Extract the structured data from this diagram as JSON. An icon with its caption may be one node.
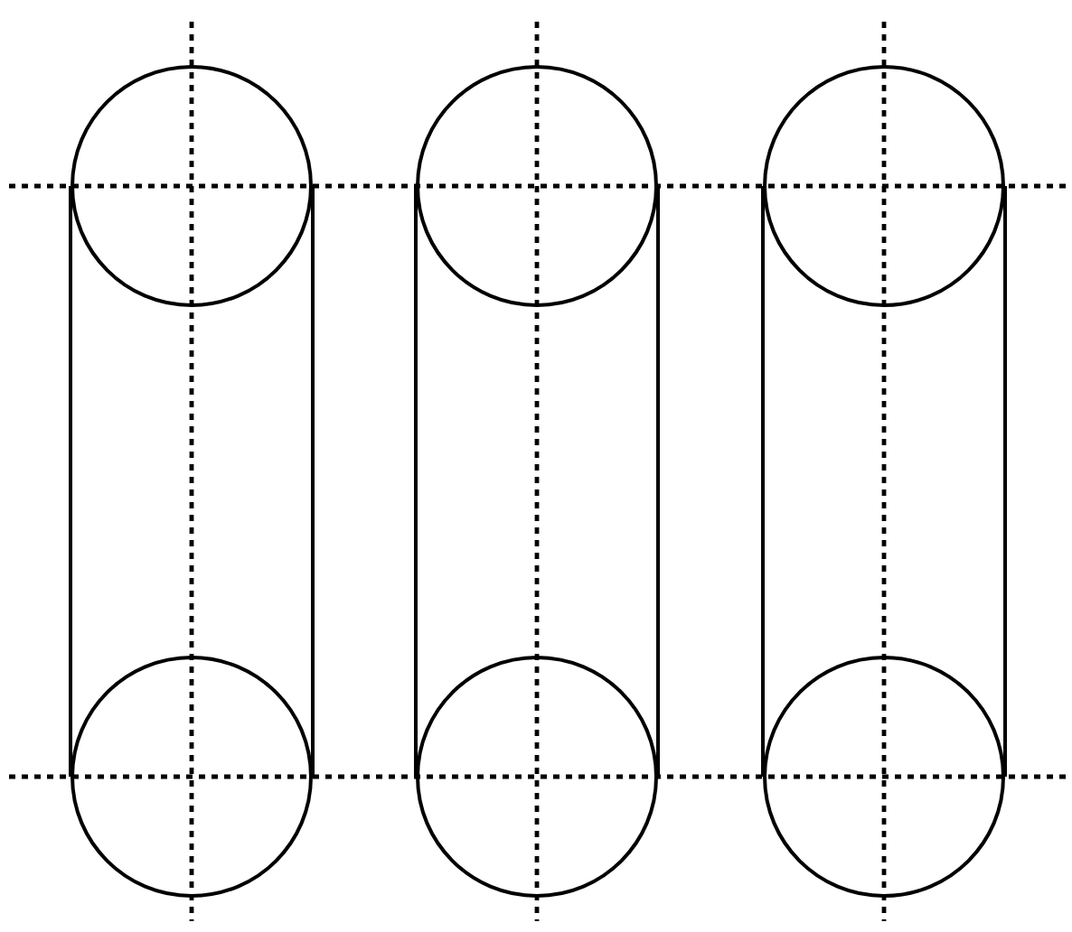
{
  "diagram": {
    "nodes": [
      {
        "text": [],
        "shape": "circle"
      },
      {
        "text": [],
        "shape": "circle"
      },
      {
        "text": [],
        "shape": "circle"
      },
      {
        "text": [],
        "shape": "circle"
      },
      {
        "text": [],
        "shape": "circle"
      },
      {
        "text": [],
        "shape": "circle"
      }
    ],
    "edges": [
      {
        "from": 0,
        "to": 3,
        "arrow": "none"
      },
      {
        "from": 0,
        "to": 3,
        "arrow": "none"
      },
      {
        "from": 1,
        "to": 4,
        "arrow": "none"
      },
      {
        "from": 1,
        "to": 4,
        "arrow": "none"
      },
      {
        "from": 2,
        "to": 5,
        "arrow": "none"
      },
      {
        "from": 2,
        "to": 5,
        "arrow": "none"
      }
    ]
  }
}
